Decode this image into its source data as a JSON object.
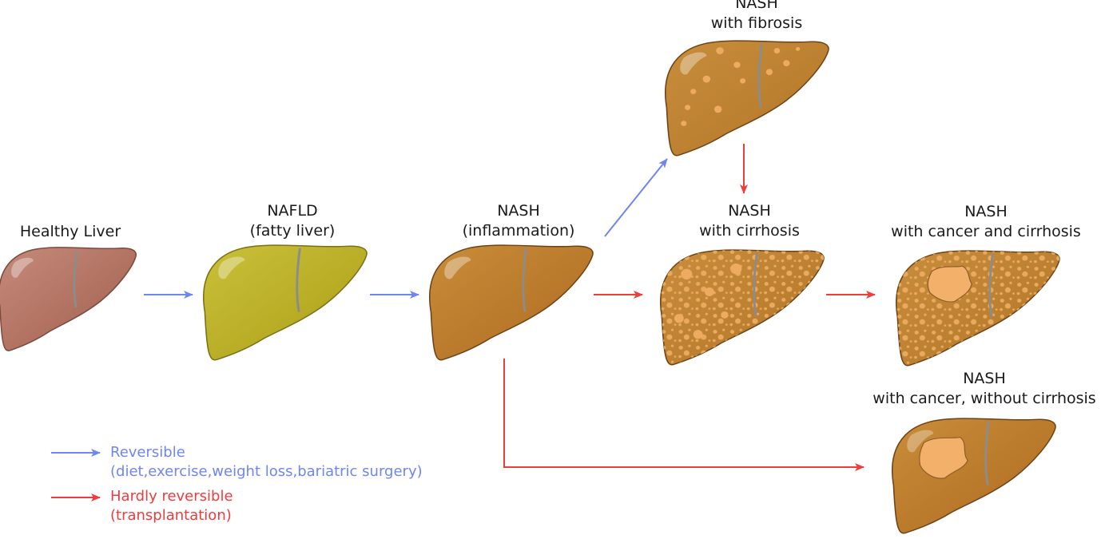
{
  "stages": [
    {
      "id": "healthy",
      "title": "Healthy Liver",
      "subtitle": ""
    },
    {
      "id": "nafld",
      "title": "NAFLD",
      "subtitle": "(fatty liver)"
    },
    {
      "id": "nash",
      "title": "NASH",
      "subtitle": "(inflammation)"
    },
    {
      "id": "fibrosis",
      "title": "NASH",
      "subtitle": "with fibrosis"
    },
    {
      "id": "cirrhosis",
      "title": "NASH",
      "subtitle": "with cirrhosis"
    },
    {
      "id": "cancer_cirrhosis",
      "title": "NASH",
      "subtitle": "with cancer and cirrhosis"
    },
    {
      "id": "cancer_no_cirrhosis",
      "title": "NASH",
      "subtitle": "with cancer, without cirrhosis"
    }
  ],
  "legend": {
    "reversible": {
      "label": "Reversible",
      "detail": "(diet,exercise,weight loss,bariatric surgery)",
      "color": "#6f86f2"
    },
    "hardly": {
      "label": "Hardly reversible",
      "detail": "(transplantation)",
      "color": "#f03c3c"
    }
  },
  "colors": {
    "healthy": "#b87565",
    "fatty": "#bdb22a",
    "inflamed": "#be7f2c",
    "fibrotic": "#bf8331",
    "nodule": "#eeaa60",
    "tumor": "#f2b06a"
  }
}
